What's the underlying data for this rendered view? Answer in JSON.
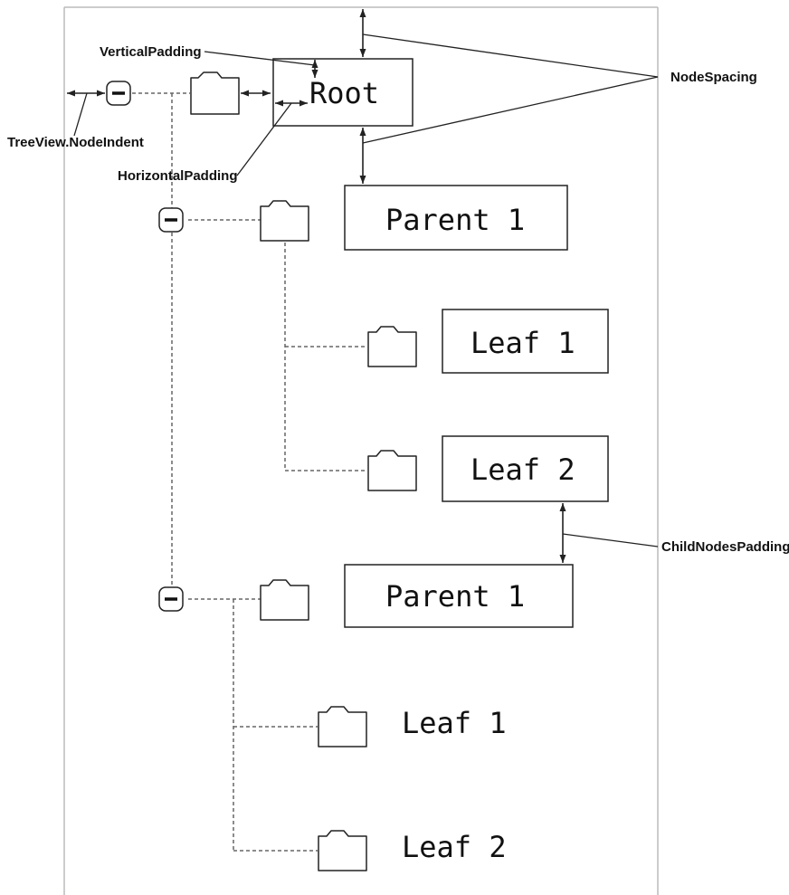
{
  "nodes": {
    "root": "Root",
    "parent_a": "Parent 1",
    "parent_a_leaf_1": "Leaf 1",
    "parent_a_leaf_2": "Leaf 2",
    "parent_b": "Parent 1",
    "parent_b_leaf_1": "Leaf 1",
    "parent_b_leaf_2": "Leaf 2"
  },
  "annotations": {
    "vertical_padding": "VerticalPadding",
    "node_spacing": "NodeSpacing",
    "node_indent": "TreeView.NodeIndent",
    "horizontal_padding": "HorizontalPadding",
    "child_nodes_padding": "ChildNodesPadding"
  },
  "icons": {
    "expander": "minus-box-icon",
    "node": "folder-icon",
    "measure": "double-arrow-icon"
  },
  "colors": {
    "line": "#222222",
    "dashed_connector": "#666666",
    "frame": "#bbbbbb"
  }
}
